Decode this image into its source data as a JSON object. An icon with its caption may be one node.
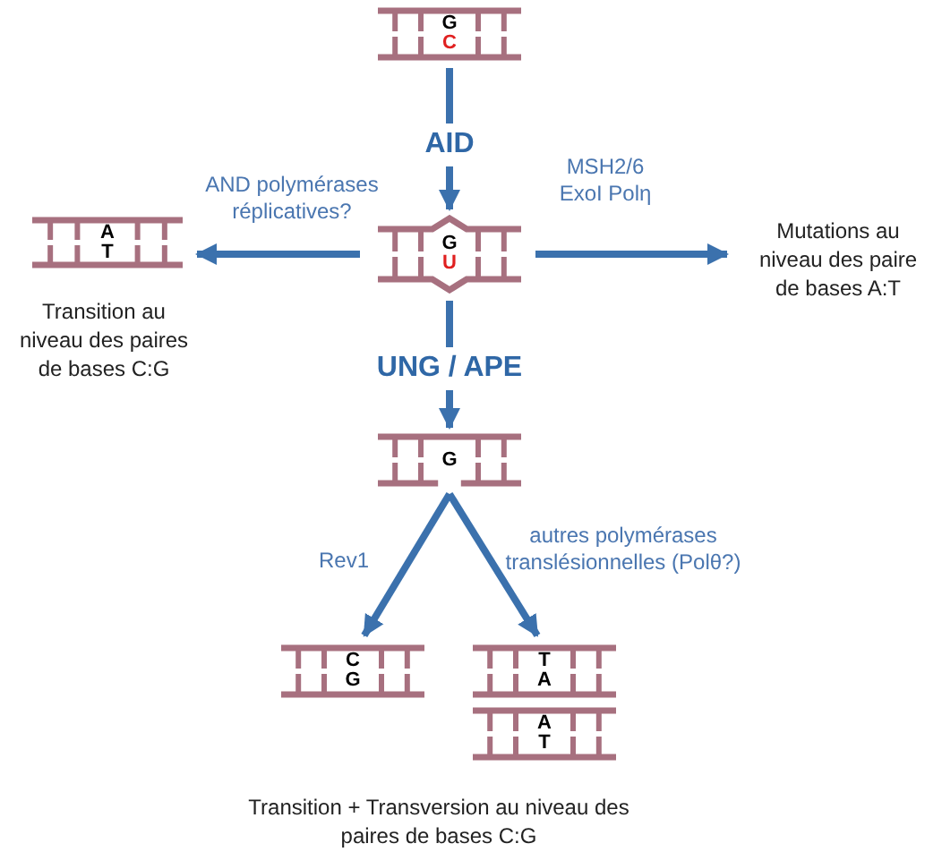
{
  "diagram": {
    "nodes": [
      {
        "text": [
          "G",
          "C"
        ]
      },
      {
        "text": [
          "G",
          "U"
        ]
      },
      {
        "text": [
          "A",
          "T"
        ],
        "beside": [
          "Transition au niveau des paires de bases C:G"
        ]
      },
      {
        "text": [
          "Mutations au niveau des paire de bases A:T"
        ]
      },
      {
        "text": [
          "G"
        ]
      },
      {
        "text": [
          "C",
          "G"
        ]
      },
      {
        "text": [
          "T",
          "A"
        ]
      },
      {
        "text": [
          "A",
          "T"
        ]
      }
    ],
    "edges": [
      {
        "from": 0,
        "to": 1,
        "arrow": "to",
        "label": "AID"
      },
      {
        "from": 1,
        "to": 2,
        "arrow": "to",
        "label": "AND polymérases réplicatives?"
      },
      {
        "from": 1,
        "to": 3,
        "arrow": "to",
        "label": "MSH2/6 ExoI Polη"
      },
      {
        "from": 1,
        "to": 4,
        "arrow": "to",
        "label": "UNG / APE"
      },
      {
        "from": 4,
        "to": 5,
        "arrow": "to",
        "label": "Rev1"
      },
      {
        "from": 4,
        "to": 6,
        "arrow": "to",
        "label": "autres polymérases translésionnelles (Polθ?)"
      }
    ],
    "labels": [
      "Transition + Transversion au niveau des paires de bases C:G"
    ]
  }
}
